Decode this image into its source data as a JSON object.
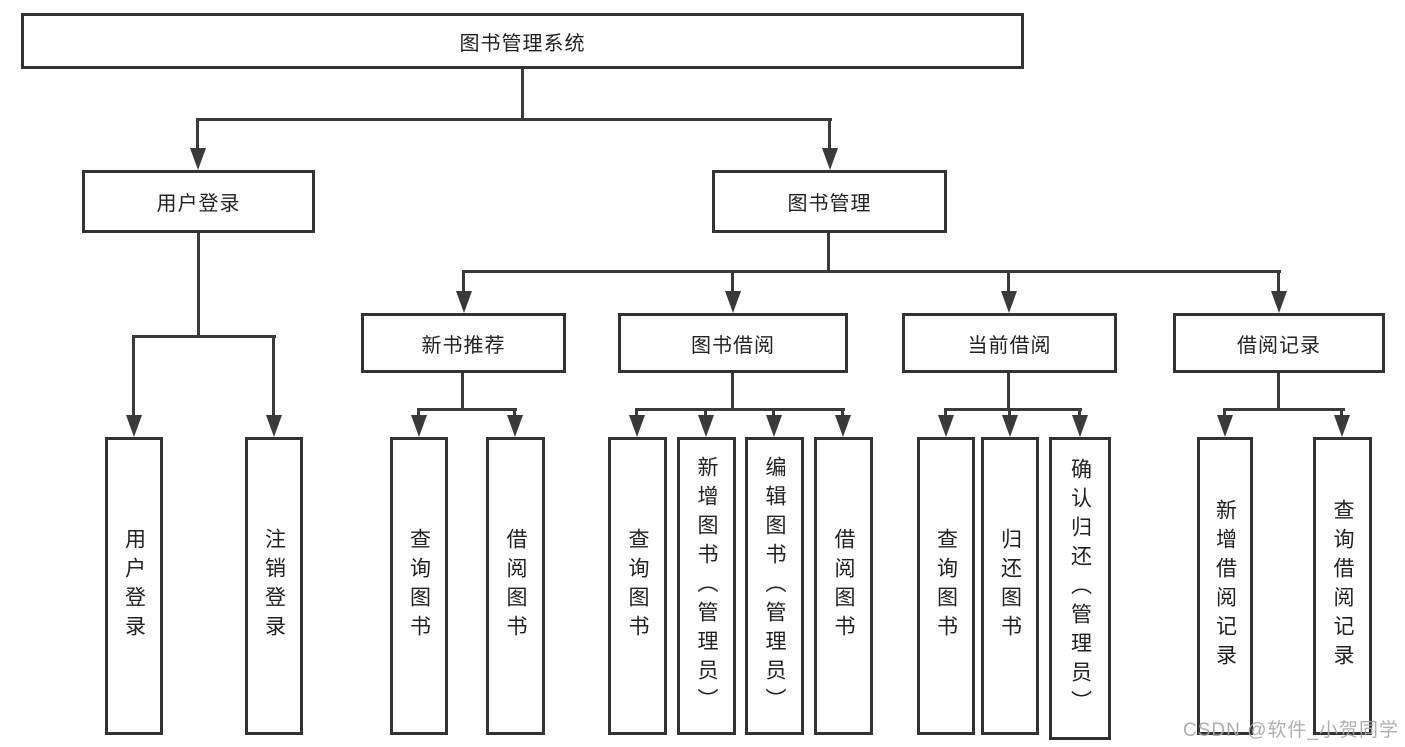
{
  "tree": {
    "label": "图书管理系统",
    "children": [
      {
        "label": "用户登录",
        "children": [
          {
            "label": "用户登录"
          },
          {
            "label": "注销登录"
          }
        ]
      },
      {
        "label": "图书管理",
        "children": [
          {
            "label": "新书推荐",
            "children": [
              {
                "label": "查询图书"
              },
              {
                "label": "借阅图书"
              }
            ]
          },
          {
            "label": "图书借阅",
            "children": [
              {
                "label": "查询图书"
              },
              {
                "label": "新增图书（管理员）"
              },
              {
                "label": "编辑图书（管理员）"
              },
              {
                "label": "借阅图书"
              }
            ]
          },
          {
            "label": "当前借阅",
            "children": [
              {
                "label": "查询图书"
              },
              {
                "label": "归还图书"
              },
              {
                "label": "确认归还（管理员）"
              }
            ]
          },
          {
            "label": "借阅记录",
            "children": [
              {
                "label": "新增借阅记录"
              },
              {
                "label": "查询借阅记录"
              }
            ]
          }
        ]
      }
    ]
  },
  "watermark": "CSDN @软件_小贺同学",
  "colors": {
    "line": "#3a3a3a",
    "border": "#333333",
    "text": "#222222",
    "watermark": "#a8a8a8",
    "background": "#ffffff"
  }
}
